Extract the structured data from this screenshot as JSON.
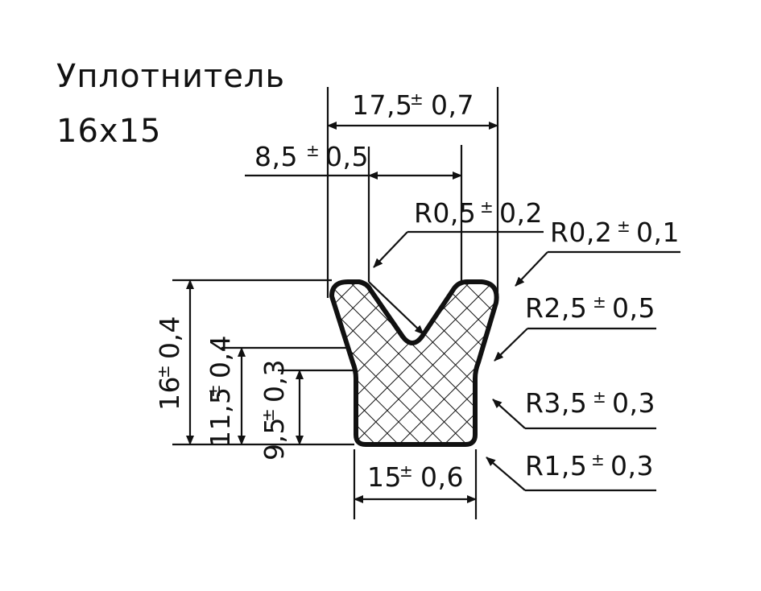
{
  "title": {
    "line1": "Уплотнитель",
    "line2": "16х15"
  },
  "dimensions": {
    "top_width": {
      "nominal": "17,5",
      "tolerance_sign": "±",
      "tolerance": "0,7"
    },
    "groove_width": {
      "nominal": "8,5",
      "tolerance_sign": "±",
      "tolerance": "0,5"
    },
    "bottom_width": {
      "nominal": "15",
      "tolerance_sign": "±",
      "tolerance": "0,6"
    },
    "total_height": {
      "nominal": "16",
      "tolerance_sign": "±",
      "tolerance": "0,4"
    },
    "groove_depth_height": {
      "nominal": "11,5",
      "tolerance_sign": "±",
      "tolerance": "0,4"
    },
    "base_height": {
      "nominal": "9,5",
      "tolerance_sign": "±",
      "tolerance": "0,3"
    }
  },
  "radii": {
    "groove_edge": {
      "label": "R0,5",
      "tolerance_sign": "±",
      "tolerance": "0,2"
    },
    "top_corner": {
      "label": "R0,2",
      "tolerance_sign": "±",
      "tolerance": "0,1"
    },
    "groove_bottom": {
      "label": "R2,5",
      "tolerance_sign": "±",
      "tolerance": "0,5"
    },
    "shoulder": {
      "label": "R3,5",
      "tolerance_sign": "±",
      "tolerance": "0,3"
    },
    "base_corner": {
      "label": "R1,5",
      "tolerance_sign": "±",
      "tolerance": "0,3"
    }
  }
}
